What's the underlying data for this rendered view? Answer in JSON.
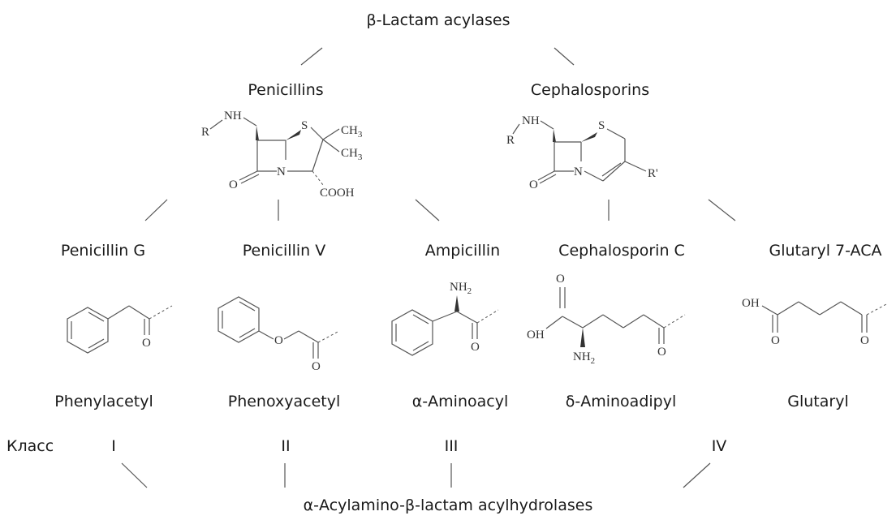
{
  "root": {
    "label": "β-Lactam acylases"
  },
  "families": [
    {
      "label": "Penicillins"
    },
    {
      "label": "Cephalosporins"
    }
  ],
  "substrates": [
    {
      "name": "Penicillin G",
      "side_chain": "Phenylacetyl"
    },
    {
      "name": "Penicillin V",
      "side_chain": "Phenoxyacetyl"
    },
    {
      "name": "Ampicillin",
      "side_chain": "α-Aminoacyl"
    },
    {
      "name": "Cephalosporin C",
      "side_chain": "δ-Aminoadipyl"
    },
    {
      "name": "Glutaryl 7-ACA",
      "side_chain": "Glutaryl"
    }
  ],
  "classes": {
    "header": "Класс",
    "items": [
      "I",
      "II",
      "III",
      "IV"
    ]
  },
  "bottom": {
    "label": "α-Acylamino-β-lactam acylhydrolases"
  },
  "atoms": {
    "pen": {
      "nh": "NH",
      "r": "R",
      "s": "S",
      "ch3a": "CH",
      "ch3b": "CH",
      "sub3": "3",
      "o": "O",
      "n": "N",
      "cooh": "COOH"
    },
    "ceph": {
      "nh": "NH",
      "r": "R",
      "s": "S",
      "o": "O",
      "n": "N",
      "rp": "R'"
    },
    "phenylacetyl": {
      "o": "O"
    },
    "phenoxyacetyl": {
      "o1": "O",
      "o2": "O"
    },
    "aminoacyl": {
      "nh2": "NH",
      "sub2": "2",
      "o": "O"
    },
    "aminoadipyl": {
      "o1": "O",
      "oh": "OH",
      "nh2": "NH",
      "sub2": "2",
      "o2": "O"
    },
    "glutaryl": {
      "oh": "OH",
      "o1": "O",
      "o2": "O"
    }
  }
}
